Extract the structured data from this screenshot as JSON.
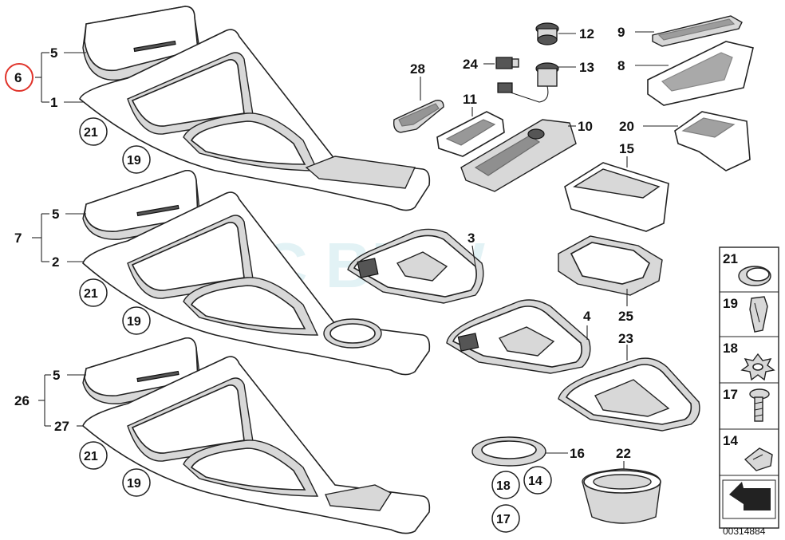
{
  "watermark": "NC BMW",
  "doc_number": "00314884",
  "selected_part": "6",
  "labels": {
    "l5a": "5",
    "l6": "6",
    "l1": "1",
    "l7": "7",
    "l5b": "5",
    "l2": "2",
    "l26": "26",
    "l5c": "5",
    "l27": "27",
    "l28": "28",
    "l24": "24",
    "l12": "12",
    "l13": "13",
    "l11": "11",
    "l10": "10",
    "l9": "9",
    "l8": "8",
    "l20": "20",
    "l15": "15",
    "l3": "3",
    "l25": "25",
    "l4": "4",
    "l23": "23",
    "l16": "16",
    "l22": "22"
  },
  "callouts": {
    "c21a": "21",
    "c19a": "19",
    "c21b": "21",
    "c19b": "19",
    "c21c": "21",
    "c19c": "19",
    "c18": "18",
    "c14": "14",
    "c17": "17"
  },
  "legend": [
    {
      "num": "21",
      "icon": "plug-cap-icon"
    },
    {
      "num": "19",
      "icon": "spring-clip-icon"
    },
    {
      "num": "18",
      "icon": "star-washer-icon"
    },
    {
      "num": "17",
      "icon": "screw-icon"
    },
    {
      "num": "14",
      "icon": "clip-nut-icon"
    }
  ]
}
